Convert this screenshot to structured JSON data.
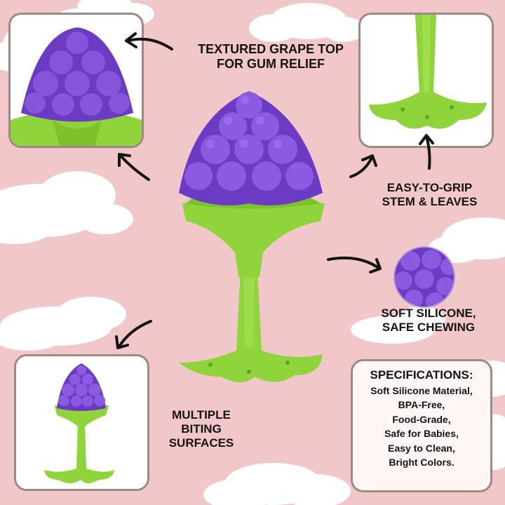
{
  "labels": {
    "top_right_line1": "TEXTURED GRAPE TOP",
    "top_right_line2": "FOR GUM RELIEF",
    "grip_line1": "EASY-TO-GRIP",
    "grip_line2": "STEM & LEAVES",
    "soft_line1": "SOFT SILICONE,",
    "soft_line2": "SAFE CHEWING",
    "bite_line1": "MULTIPLE",
    "bite_line2": "BITING",
    "bite_line3": "SURFACES"
  },
  "specifications": {
    "title": "SPECIFICATIONS:",
    "items": [
      "Soft Silicone Material,",
      "BPA-Free,",
      "Food-Grade,",
      "Safe for Babies,",
      "Easy to Clean,",
      "Bright Colors."
    ]
  },
  "colors": {
    "background": "#f2c7c9",
    "grape_purple": "#6c3bc4",
    "stem_green": "#8fd43a",
    "panel_border": "#9c8885",
    "text": "#141414"
  }
}
